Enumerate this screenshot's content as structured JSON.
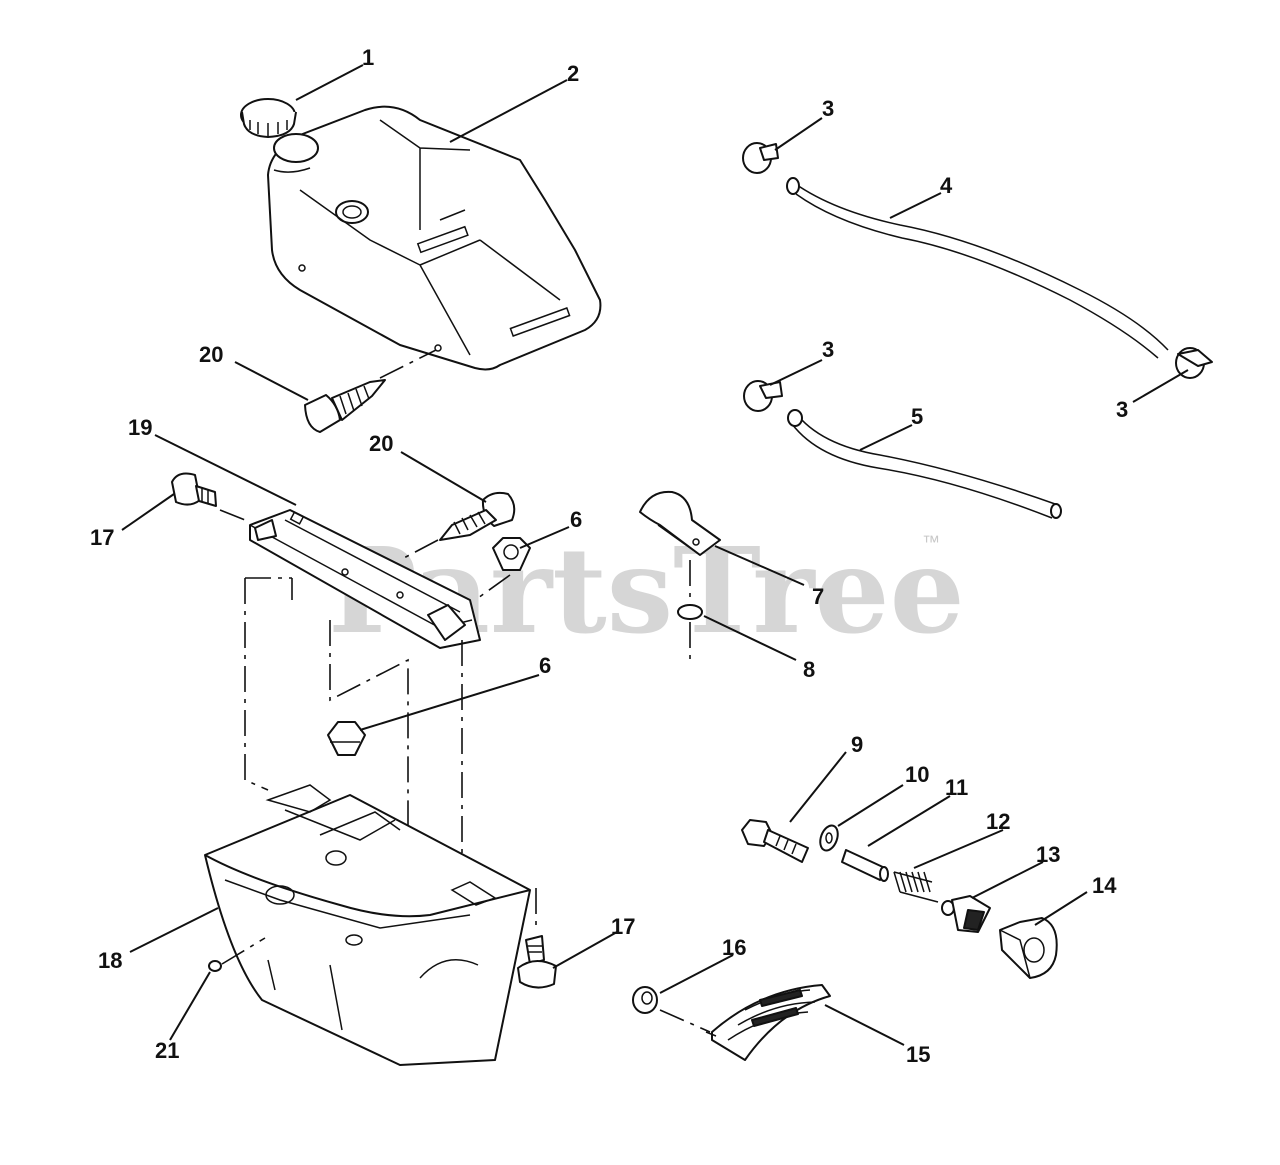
{
  "watermark": {
    "brand": "PartsTree",
    "trademark": "™"
  },
  "callouts": [
    "1",
    "2",
    "3",
    "3",
    "3",
    "4",
    "5",
    "6",
    "6",
    "7",
    "8",
    "9",
    "10",
    "11",
    "12",
    "13",
    "14",
    "15",
    "16",
    "17",
    "17",
    "18",
    "19",
    "20",
    "20",
    "21"
  ]
}
